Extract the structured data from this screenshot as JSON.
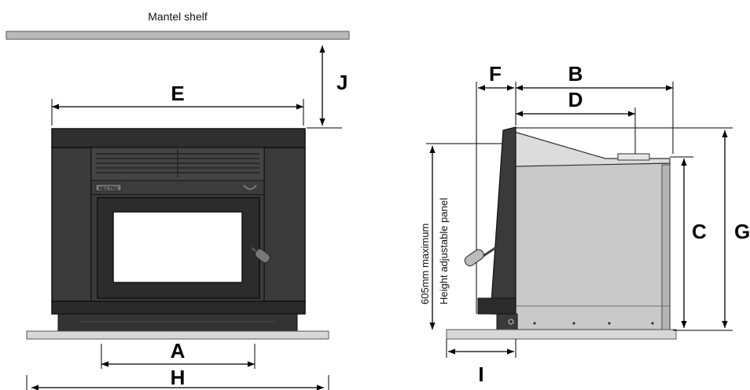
{
  "front_view": {
    "mantel_label": "Mantel shelf",
    "brand_plate": "NECTRE",
    "dim_E": "E",
    "dim_J": "J",
    "dim_A": "A",
    "dim_H": "H"
  },
  "side_view": {
    "dim_F": "F",
    "dim_B": "B",
    "dim_D": "D",
    "dim_C": "C",
    "dim_G": "G",
    "dim_I": "I",
    "panel_label_line1": "605mm maximum",
    "panel_label_line2": "Height adjustable panel"
  }
}
